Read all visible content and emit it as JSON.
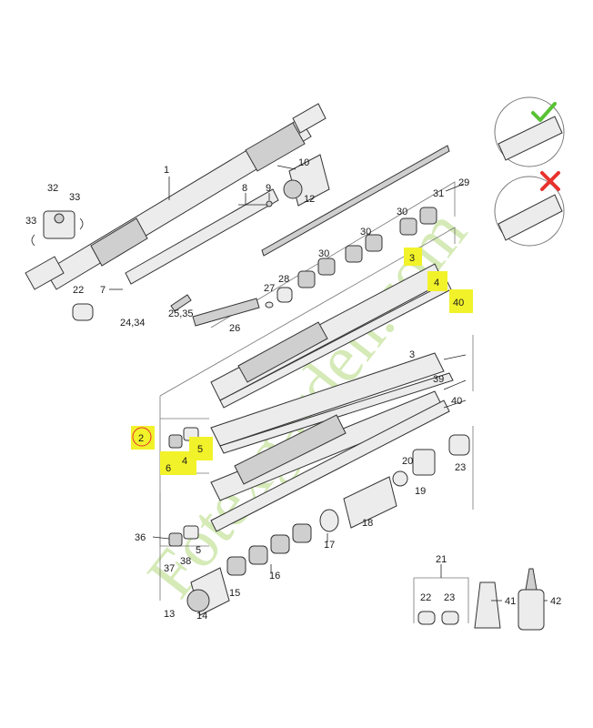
{
  "watermark": "Fotexgarden.com",
  "labels": {
    "l1": "1",
    "l2": "2",
    "l3a": "3",
    "l3b": "3",
    "l4a": "4",
    "l4b": "4",
    "l5a": "5",
    "l5b": "5",
    "l6": "6",
    "l7": "7",
    "l8": "8",
    "l9": "9",
    "l10": "10",
    "l12": "12",
    "l13": "13",
    "l14": "14",
    "l15": "15",
    "l16": "16",
    "l17": "17",
    "l18": "18",
    "l19": "19",
    "l20": "20",
    "l21": "21",
    "l22a": "22",
    "l22b": "22",
    "l23a": "23",
    "l23b": "23",
    "l2434": "24,34",
    "l2535": "25,35",
    "l26": "26",
    "l27": "27",
    "l28": "28",
    "l29": "29",
    "l30a": "30",
    "l30b": "30",
    "l30c": "30",
    "l31": "31",
    "l32": "32",
    "l33a": "33",
    "l33b": "33",
    "l36": "36",
    "l37": "37",
    "l38": "38",
    "l39": "39",
    "l40a": "40",
    "l40b": "40",
    "l41": "41",
    "l42": "42"
  },
  "colors": {
    "highlight": "#f2f22a",
    "check": "#58c234",
    "cross": "#e8322d",
    "watermark": "#c7e4a0"
  },
  "icons": {
    "correct": "checkmark-icon",
    "incorrect": "cross-icon"
  }
}
